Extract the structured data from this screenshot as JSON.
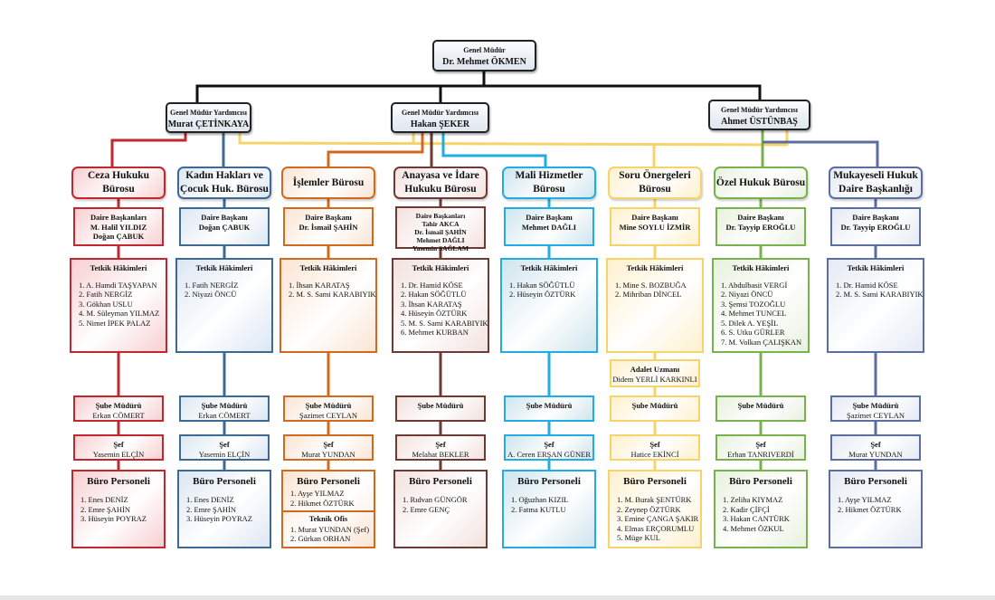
{
  "general_manager": {
    "title": "Genel Müdür",
    "name": "Dr. Mehmet ÖKMEN"
  },
  "deputies": [
    {
      "title": "Genel Müdür Yardımcısı",
      "name": "Murat ÇETİNKAYA"
    },
    {
      "title": "Genel Müdür Yardımcısı",
      "name": "Hakan ŞEKER"
    },
    {
      "title": "Genel Müdür Yardımcısı",
      "name": "Ahmet ÜSTÜNBAŞ"
    }
  ],
  "columns": [
    {
      "name": "Ceza Hukuku Bürosu",
      "color": "#c1272d",
      "fill": "#f8d0d2",
      "head_title": "Daire Başkanları",
      "heads": [
        "M. Halil YILDIZ",
        "Doğan ÇABUK"
      ],
      "judges_title": "Tetkik Hâkimleri",
      "judges": [
        "1. A. Hamdi TAŞYAPAN",
        "2. Fatih NERGİZ",
        "3. Gökhan USLU",
        "4. M. Süleyman YILMAZ",
        "5. Nimet İPEK PALAZ"
      ],
      "branch_title": "Şube Müdürü",
      "branch": "Erkan CÖMERT",
      "chief_title": "Şef",
      "chief": "Yasemin ELÇİN",
      "staff_title": "Büro Personeli",
      "staff": [
        "1.  Enes DENİZ",
        "2.  Emre ŞAHİN",
        "3.  Hüseyin POYRAZ"
      ]
    },
    {
      "name": "Kadın Hakları ve Çocuk Huk. Bürosu",
      "color": "#3c6a95",
      "fill": "#dce7f3",
      "head_title": "Daire Başkanı",
      "heads": [
        "Doğan ÇABUK"
      ],
      "judges_title": "Tetkik Hâkimleri",
      "judges": [
        "1. Fatih NERGİZ",
        "2. Niyazi ÖNCÜ"
      ],
      "branch_title": "Şube Müdürü",
      "branch": "Erkan CÖMERT",
      "chief_title": "Şef",
      "chief": "Yasemin ELÇİN",
      "staff_title": "Büro Personeli",
      "staff": [
        "1.  Enes DENİZ",
        "2.  Emre ŞAHİN",
        "3.  Hüseyin POYRAZ"
      ]
    },
    {
      "name": "İşlemler Bürosu",
      "color": "#d4691e",
      "fill": "#fbe5d4",
      "head_title": "Daire Başkanı",
      "heads": [
        "Dr. İsmail ŞAHİN"
      ],
      "judges_title": "Tetkik Hâkimleri",
      "judges": [
        "1. İhsan KARATAŞ",
        "2. M. S. Sami KARABIYIK"
      ],
      "branch_title": "Şube Müdürü",
      "branch": "Şazimet CEYLAN",
      "chief_title": "Şef",
      "chief": "Murat YUNDAN",
      "staff_title": "Büro Personeli",
      "staff": [
        "1. Ayşe YILMAZ",
        "2. Hikmet ÖZTÜRK"
      ],
      "tech_title": "Teknik Ofis",
      "tech": [
        "1. Murat YUNDAN (Şef)",
        "2. Gürkan ORHAN"
      ]
    },
    {
      "name": "Anayasa ve İdare Hukuku Bürosu",
      "color": "#6e3a33",
      "fill": "#f3e2de",
      "head_title": "Daire Başkanları",
      "heads": [
        "Tahir AKCA",
        "Dr. İsmail ŞAHİN",
        "Mehmet DAĞLI",
        "Yasemin SAĞLAM"
      ],
      "judges_title": "Tetkik Hâkimleri",
      "judges": [
        "1. Dr. Hamid KÖSE",
        "2. Hakan SÖĞÜTLÜ",
        "3. İhsan KARATAŞ",
        "4. Hüseyin ÖZTÜRK",
        "5. M. S. Sami KARABIYIK",
        "6. Mehmet KURBAN"
      ],
      "branch_title": "Şube Müdürü",
      "branch": "",
      "chief_title": "Şef",
      "chief": "Melahat BEKLER",
      "staff_title": "Büro Personeli",
      "staff": [
        "1.  Rıdvan GÜNGÖR",
        "2.  Emre GENÇ"
      ]
    },
    {
      "name": "Mali Hizmetler Bürosu",
      "color": "#1fade3",
      "fill": "#cfe5ee",
      "head_title": "Daire Başkanı",
      "heads": [
        "Mehmet DAĞLI"
      ],
      "judges_title": "Tetkik Hâkimleri",
      "judges": [
        "1. Hakan SÖĞÜTLÜ",
        "2. Hüseyin ÖZTÜRK"
      ],
      "branch_title": "Şube Müdürü",
      "branch": "",
      "chief_title": "Şef",
      "chief": "A. Ceren ERŞAN GÜNER",
      "staff_title": "Büro Personeli",
      "staff": [
        "1.  Oğuzhan KIZIL",
        "2.  Fatma KUTLU"
      ]
    },
    {
      "name": "Soru Önergeleri Bürosu",
      "color": "#f8d36a",
      "fill": "#fff1cf",
      "head_title": "Daire Başkanı",
      "heads": [
        "Mine SOYLU İZMİR"
      ],
      "judges_title": "Tetkik Hâkimleri",
      "judges": [
        "1. Mine S. BOZBUĞA",
        "2. Mihriban DİNCEL"
      ],
      "expert_title": "Adalet Uzmanı",
      "expert": "Didem YERLİ KARKINLI",
      "branch_title": "Şube Müdürü",
      "branch": "",
      "chief_title": "Şef",
      "chief": "Hatice EKİNCİ",
      "staff_title": "Büro Personeli",
      "staff": [
        "1. M. Burak ŞENTÜRK",
        "2. Zeynep ÖZTÜRK",
        "3. Emine ÇANGA ŞAKIR",
        "4. Elmas ERÇORUMLU",
        "5. Müge KUL"
      ]
    },
    {
      "name": "Özel Hukuk Bürosu",
      "color": "#77b24c",
      "fill": "#e8f2df",
      "head_title": "Daire Başkanı",
      "heads": [
        "Dr. Tayyip EROĞLU"
      ],
      "judges_title": "Tetkik Hâkimleri",
      "judges": [
        "1. Abdulbasit VERGİ",
        "2. Niyazi ÖNCÜ",
        "3. Şemsi TOZOĞLU",
        "4. Mehmet TUNCEL",
        "5. Dilek A. YEŞİL",
        "6. S. Utku GÜRLER",
        "7. M. Volkan ÇALIŞKAN"
      ],
      "branch_title": "Şube Müdürü",
      "branch": "",
      "chief_title": "Şef",
      "chief": "Erhan TANRIVERDİ",
      "staff_title": "Büro Personeli",
      "staff": [
        "1. Zeliha KIYMAZ",
        "2. Kadir ÇİFÇİ",
        "3. Hakan CANTÜRK",
        "4. Mehmet ÖZKUL"
      ]
    },
    {
      "name": "Mukayeseli Hukuk Daire Başkanlığı",
      "color": "#5b6ea3",
      "fill": "#e5eaf4",
      "head_title": "Daire Başkanı",
      "heads": [
        "Dr. Tayyip EROĞLU"
      ],
      "judges_title": "Tetkik Hâkimleri",
      "judges": [
        "1. Dr. Hamid KÖSE",
        "2. M. S. Sami KARABIYIK"
      ],
      "branch_title": "Şube Müdürü",
      "branch": "Şazimet CEYLAN",
      "chief_title": "Şef",
      "chief": "Murat YUNDAN",
      "staff_title": "Büro Personeli",
      "staff": [
        "1. Ayşe YILMAZ",
        "2. Hikmet ÖZTÜRK"
      ]
    }
  ]
}
